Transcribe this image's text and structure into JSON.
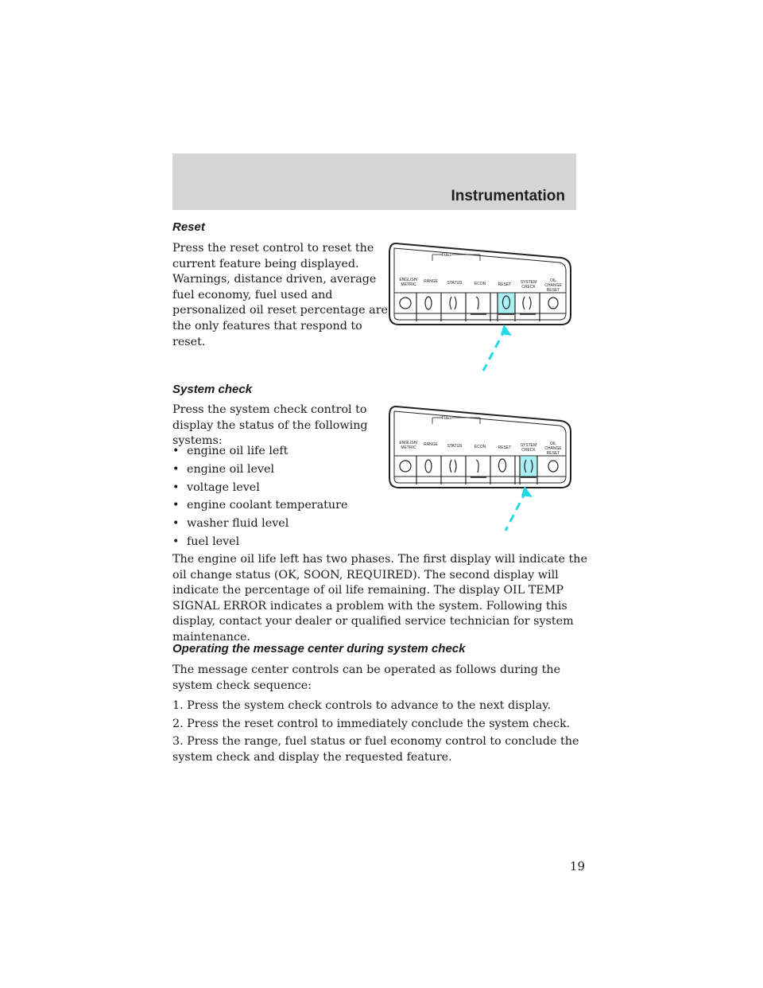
{
  "header": {
    "title": "Instrumentation"
  },
  "reset": {
    "heading": "Reset",
    "lines": [
      "Press the reset control to reset the",
      "current feature being displayed.",
      "Warnings, distance driven, average",
      "fuel economy, fuel used and",
      "personalized oil reset percentage are",
      "the only features that respond to",
      "reset."
    ]
  },
  "system_check": {
    "heading": "System check",
    "intro_lines": [
      "Press the system check control to",
      "display the status of the following",
      "systems:"
    ],
    "bullet": "•",
    "items": [
      "engine oil life left",
      "engine oil level",
      "voltage level",
      "engine coolant temperature",
      "washer fluid level",
      "fuel level"
    ],
    "body_lines": [
      "The engine oil life left has two phases. The first display will indicate the",
      "oil change status (OK, SOON, REQUIRED). The second display will",
      "indicate the percentage of oil life remaining. The display OIL TEMP",
      "SIGNAL ERROR indicates a problem with the system. Following this",
      "display, contact your dealer or qualified service technician for system",
      "maintenance."
    ]
  },
  "operating": {
    "heading": "Operating the message center during system check",
    "intro_lines": [
      "The message center controls can be operated as follows during the",
      "system check sequence:"
    ],
    "steps": [
      {
        "lines": [
          "1. Press the system check controls to advance to the next display."
        ]
      },
      {
        "lines": [
          "2. Press the reset control to immediately conclude the system check."
        ]
      },
      {
        "lines": [
          "3. Press the range, fuel status or fuel economy control to conclude the",
          "system check and display the requested feature."
        ]
      }
    ]
  },
  "panel": {
    "fuel_label": "FUEL",
    "labels": [
      "ENGLISH/",
      "METRIC",
      "RANGE",
      "STATUS",
      "ECON",
      "RESET",
      "SYSTEM",
      "CHECK",
      "OIL",
      "CHANGE",
      "RESET"
    ],
    "highlight_color": "#a8f0f4",
    "arrow_color": "#22d8e6"
  },
  "page": {
    "number": "19"
  }
}
